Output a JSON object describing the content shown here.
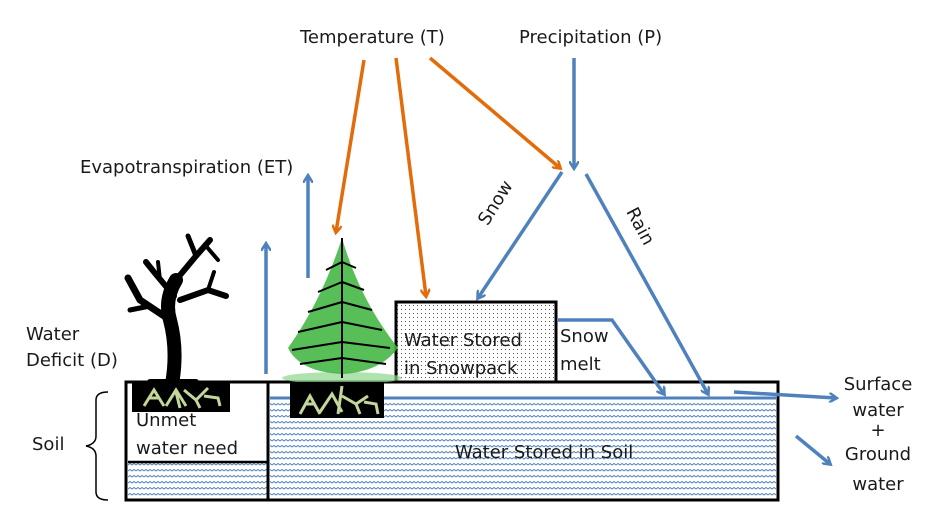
{
  "diagram": {
    "title_nodes": {
      "temperature": "Temperature (T)",
      "precipitation": "Precipitation (P)",
      "evapotranspiration": "Evapotranspiration (ET)",
      "water_deficit_line1": "Water",
      "water_deficit_line2": "Deficit (D)",
      "soil": "Soil",
      "snow": "Snow",
      "rain": "Rain",
      "snowpack_line1": "Water Stored",
      "snowpack_line2": "in Snowpack",
      "snowmelt_line1": "Snow",
      "snowmelt_line2": "melt",
      "unmet_line1": "Unmet",
      "unmet_line2": "water need",
      "soil_storage": "Water Stored in Soil",
      "surface_line1": "Surface",
      "surface_line2": "water",
      "plus": "+",
      "ground_line1": "Ground",
      "ground_line2": "water"
    },
    "colors": {
      "temperature_arrow": "#E36C0A",
      "water_arrow": "#4F81BD",
      "soil_pattern": "#4F81BD",
      "tree_green": "#3BB33B",
      "root_color": "#C4D79B"
    }
  }
}
